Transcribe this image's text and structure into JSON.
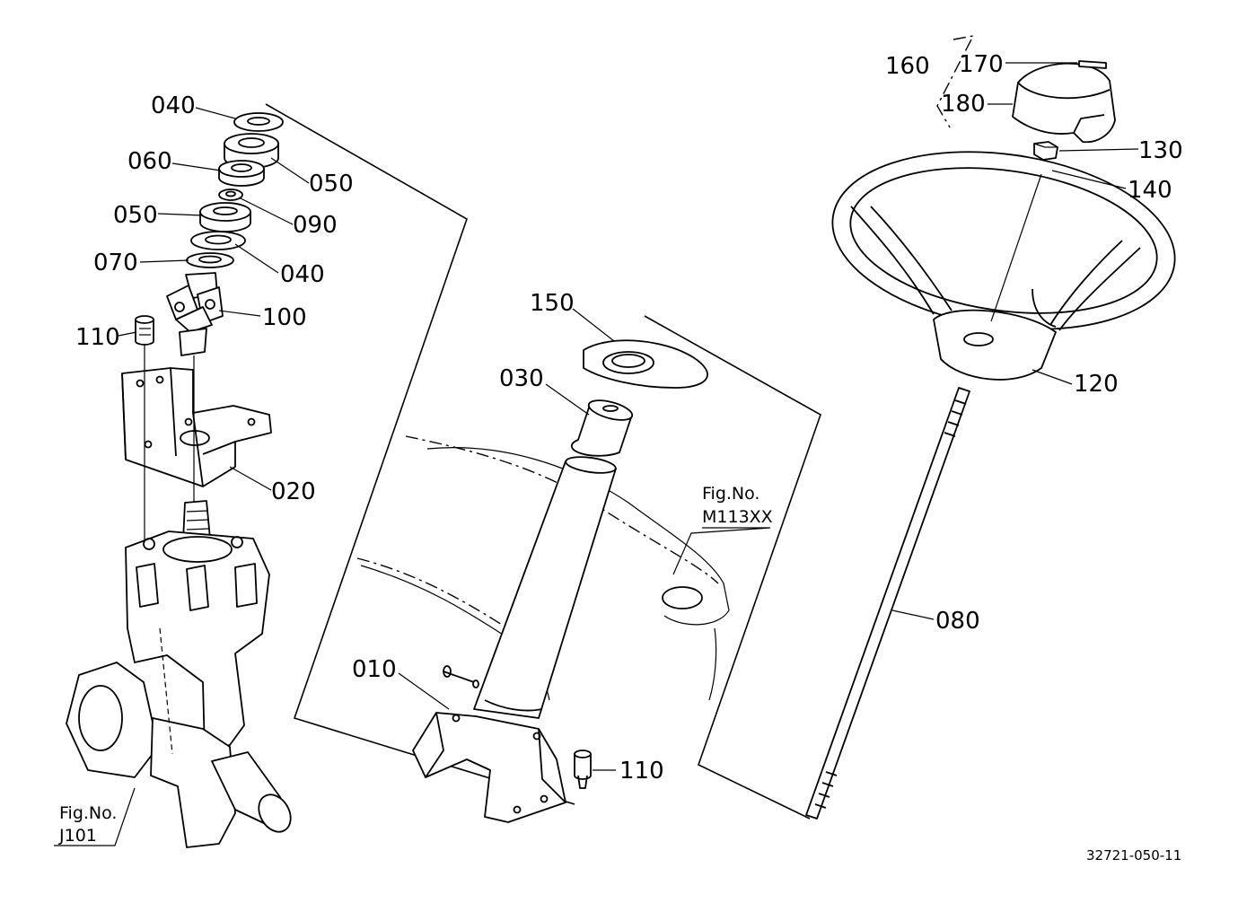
{
  "diagram": {
    "parts": [
      {
        "id": "p010",
        "number": "010"
      },
      {
        "id": "p020",
        "number": "020"
      },
      {
        "id": "p030",
        "number": "030"
      },
      {
        "id": "p040a",
        "number": "040"
      },
      {
        "id": "p040b",
        "number": "040"
      },
      {
        "id": "p050a",
        "number": "050"
      },
      {
        "id": "p050b",
        "number": "050"
      },
      {
        "id": "p060",
        "number": "060"
      },
      {
        "id": "p070",
        "number": "070"
      },
      {
        "id": "p080",
        "number": "080"
      },
      {
        "id": "p090",
        "number": "090"
      },
      {
        "id": "p100",
        "number": "100"
      },
      {
        "id": "p110a",
        "number": "110"
      },
      {
        "id": "p110b",
        "number": "110"
      },
      {
        "id": "p120",
        "number": "120"
      },
      {
        "id": "p130",
        "number": "130"
      },
      {
        "id": "p140",
        "number": "140"
      },
      {
        "id": "p150",
        "number": "150"
      },
      {
        "id": "p160",
        "number": "160"
      },
      {
        "id": "p170",
        "number": "170"
      },
      {
        "id": "p180",
        "number": "180"
      }
    ],
    "references": [
      {
        "id": "refJ101",
        "line1": "Fig.No.",
        "line2": "J101"
      },
      {
        "id": "refM113",
        "line1": "Fig.No.",
        "line2": "M113XX"
      }
    ],
    "drawing_code": "32721-050-11"
  }
}
